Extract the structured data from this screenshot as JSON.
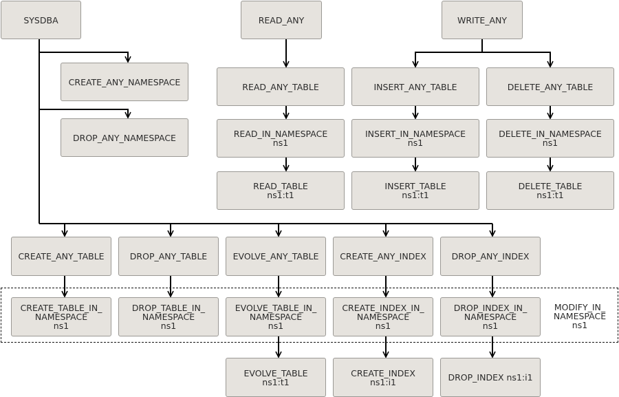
{
  "roles": {
    "sysdba": [
      "SYSDBA"
    ],
    "read_any": [
      "READ_ANY"
    ],
    "write_any": [
      "WRITE_ANY"
    ],
    "create_any_namespace": [
      "CREATE_ANY_NAMESPACE"
    ],
    "drop_any_namespace": [
      "DROP_ANY_NAMESPACE"
    ],
    "read_any_table": [
      "READ_ANY_TABLE"
    ],
    "insert_any_table": [
      "INSERT_ANY_TABLE"
    ],
    "delete_any_table": [
      "DELETE_ANY_TABLE"
    ],
    "read_in_namespace": [
      "READ_IN_NAMESPACE",
      "ns1"
    ],
    "insert_in_namespace": [
      "INSERT_IN_NAMESPACE",
      "ns1"
    ],
    "delete_in_namespace": [
      "DELETE_IN_NAMESPACE",
      "ns1"
    ],
    "read_table": [
      "READ_TABLE",
      "ns1:t1"
    ],
    "insert_table": [
      "INSERT_TABLE",
      "ns1:t1"
    ],
    "delete_table": [
      "DELETE_TABLE",
      "ns1:t1"
    ],
    "create_any_table": [
      "CREATE_ANY_TABLE"
    ],
    "drop_any_table": [
      "DROP_ANY_TABLE"
    ],
    "evolve_any_table": [
      "EVOLVE_ANY_TABLE"
    ],
    "create_any_index": [
      "CREATE_ANY_INDEX"
    ],
    "drop_any_index": [
      "DROP_ANY_INDEX"
    ],
    "create_table_in_namespace": [
      "CREATE_TABLE_IN_",
      "NAMESPACE",
      "ns1"
    ],
    "drop_table_in_namespace": [
      "DROP_TABLE_IN_",
      "NAMESPACE",
      "ns1"
    ],
    "evolve_table_in_namespace": [
      "EVOLVE_TABLE_IN_",
      "NAMESPACE",
      "ns1"
    ],
    "create_index_in_namespace": [
      "CREATE_INDEX_IN_",
      "NAMESPACE",
      "ns1"
    ],
    "drop_index_in_namespace": [
      "DROP_INDEX_IN_",
      "NAMESPACE",
      "ns1"
    ],
    "evolve_table": [
      "EVOLVE_TABLE",
      "ns1:t1"
    ],
    "create_index": [
      "CREATE_INDEX",
      "ns1:i1"
    ],
    "drop_index": [
      "DROP_INDEX ns1:i1"
    ]
  },
  "group_label": [
    "MODIFY_IN_",
    "NAMESPACE",
    "ns1"
  ],
  "colors": {
    "node_fill": "#e6e3de",
    "node_border": "#9a9894",
    "edge": "#000000"
  }
}
